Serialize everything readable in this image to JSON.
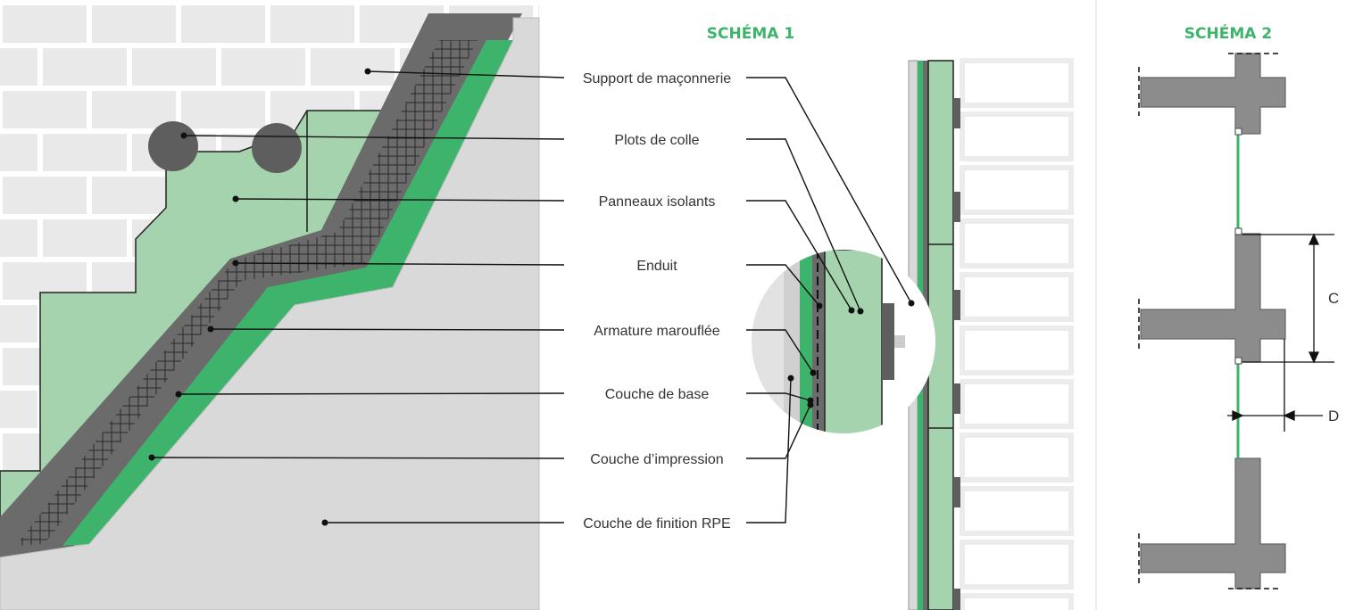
{
  "titles": {
    "schema1": "SCHÉMA 1",
    "schema2": "SCHÉMA 2"
  },
  "layers": [
    "Support de maçonnerie",
    "Plots de colle",
    "Panneaux isolants",
    "Enduit",
    "Armature marouflée",
    "Couche de base",
    "Couche d’impression",
    "Couche de finition RPE"
  ],
  "dimensions": {
    "c": "C",
    "d": "D"
  },
  "colors": {
    "accent_green": "#3db36b",
    "insulation_green": "#a4d3ad",
    "render_grey": "#6b6b6b",
    "finish_grey": "#d9d9d9",
    "brick_grey": "#e9e9e9"
  }
}
